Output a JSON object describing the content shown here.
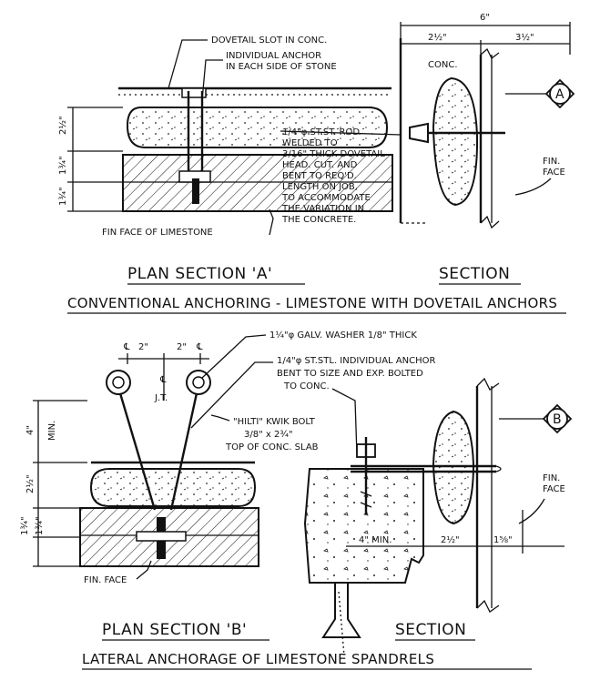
{
  "top": {
    "labels": {
      "dovetail_slot": "DOVETAIL SLOT IN CONC.",
      "individual_anchor_1": "INDIVIDUAL ANCHOR",
      "individual_anchor_2": "IN EACH SIDE OF STONE",
      "rod_1": "1/4\"φ ST.ST. ROD",
      "rod_2": "WELDED TO",
      "rod_3": "3/16\" THICK DOVETAIL",
      "rod_4": "HEAD. CUT. AND",
      "rod_5": "BENT TO REQ'D.",
      "rod_6": "LENGTH ON JOB,",
      "rod_7": "TO ACCOMMODATE",
      "rod_8": "THE VARIATION IN",
      "rod_9": "THE CONCRETE.",
      "fin_face_limestone": "FIN FACE OF LIMESTONE",
      "conc": "CONC.",
      "fin": "FIN.",
      "face": "FACE",
      "dim_6": "6\"",
      "dim_2half": "2½\"",
      "dim_3half": "3½\"",
      "dim_left_2half": "2½\"",
      "dim_left_1a": "1¾\"",
      "dim_left_1b": "1¾\""
    },
    "marker": "A",
    "caption_plan": "PLAN SECTION 'A'",
    "caption_section": "SECTION",
    "title": "CONVENTIONAL ANCHORING - LIMESTONE WITH DOVETAIL ANCHORS"
  },
  "bottom": {
    "labels": {
      "cl_left": "℄",
      "cl_mid": "℄",
      "cl_right": "℄",
      "dim_2a": "2\"",
      "dim_2b": "2\"",
      "jt": "J.T.",
      "washer": "1¼\"φ GALV. WASHER 1/8\" THICK",
      "anchor_1": "1/4\"φ ST.STL. INDIVIDUAL ANCHOR",
      "anchor_2": "BENT TO SIZE AND EXP. BOLTED",
      "anchor_3": "TO CONC.",
      "hilti_1": "\"HILTI\" KWIK BOLT",
      "hilti_2": "3/8\" x 2¾\"",
      "top_slab": "TOP OF CONC. SLAB",
      "min_4": "4\"",
      "min": "MIN.",
      "dim_2half": "2½\"",
      "dim_1a": "1¾\"",
      "dim_1b": "1¾\"",
      "fin_face_plan": "FIN. FACE",
      "fin": "FIN.",
      "face": "FACE",
      "dim_4min": "4\" MIN.",
      "dim_2half_sec": "2½\"",
      "dim_1five8": "1⅝\""
    },
    "marker": "B",
    "caption_plan": "PLAN SECTION 'B'",
    "caption_section": "SECTION",
    "title": "LATERAL ANCHORAGE OF LIMESTONE SPANDRELS"
  }
}
